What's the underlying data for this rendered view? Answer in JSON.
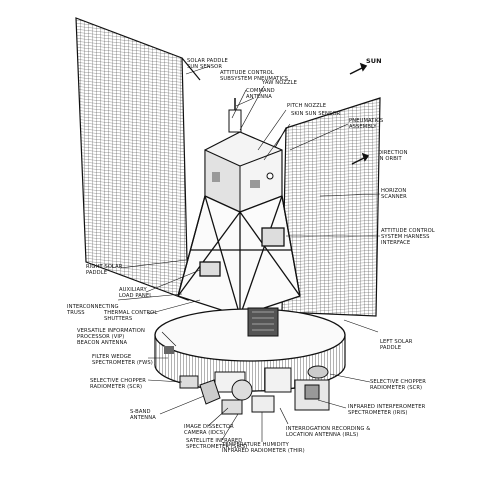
{
  "labels": {
    "sun": "SUN",
    "solar_paddle_sun_sensor": "SOLAR PADDLE\nSUN SENSOR",
    "attitude_control_pneumatics": "ATTITUDE CONTROL\nSUBSYSTEM PNEUMATICS",
    "yaw_nozzle": "YAW NOZZLE",
    "command_antenna": "COMMAND\nANTENNA",
    "pitch_nozzle": "PITCH NOZZLE",
    "skin_sun_sensor": "SKIN SUN SENSOR",
    "pneumatics_assembly": "PNEUMATICS\nASSEMBLY",
    "direction_in_orbit": "DIRECTION\nIN ORBIT",
    "horizon_scanner": "HORIZON\nSCANNER",
    "attitude_control_harness": "ATTITUDE CONTROL\nSYSTEM HARNESS\nINTERFACE",
    "right_solar_paddle": "RIGHT SOLAR\nPADDLE",
    "auxiliary_load_panel": "AUXILIARY\nLOAD PANEL",
    "interconnecting_truss": "INTERCONNECTING\nTRUSS",
    "thermal_control_shutters": "THERMAL CONTROL\nSHUTTERS",
    "vip_beacon_antenna": "VERSATILE INFORMATION\nPROCESSOR (VIP)\nBEACON ANTENNA",
    "left_solar_paddle": "LEFT SOLAR\nPADDLE",
    "filter_wedge_spectrometer": "FILTER WEDGE\nSPECTROMETER (FWS)",
    "selective_chopper_left": "SELECTIVE CHOPPER\nRADIOMETER (SCR)",
    "selective_chopper_right": "SELECTIVE CHOPPER\nRADIOMETER (SCR)",
    "sband_antenna": "S-BAND\nANTENNA",
    "image_dissector_camera": "IMAGE DISSECTOR\nCAMERA (IDCS)",
    "infrared_interferometer": "INFRARED INTERFEROMETER\nSPECTROMETER (IRIS)",
    "satellite_infrared_spectrometer": "SATELLITE INFRARED\nSPECTROMETER (SIRS)",
    "irls": "INTERROGATION RECORDING &\nLOCATION ANTENNA (IRLS)",
    "thir": "TEMPERATURE HUMIDITY\nINFRARED RADIOMETER (THIR)"
  }
}
